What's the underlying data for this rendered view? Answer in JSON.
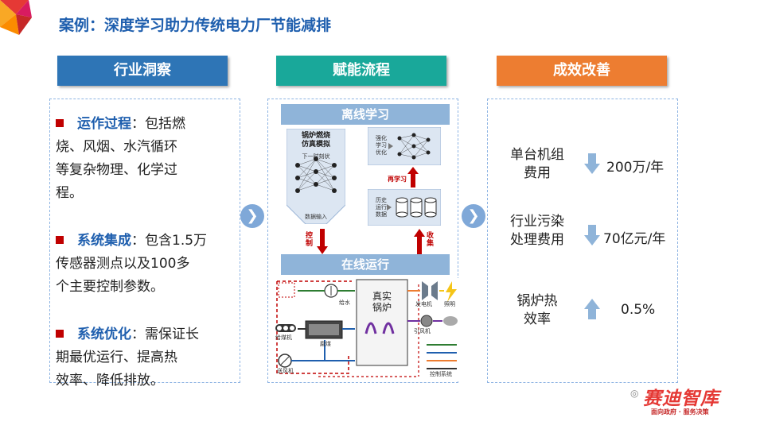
{
  "title": "案例：深度学习助力传统电力厂节能减排",
  "headers": {
    "insight": "行业洞察",
    "flow": "赋能流程",
    "result": "成效改善"
  },
  "colors": {
    "insight": "#2e75b6",
    "flow": "#19a89a",
    "result": "#ed7d31",
    "bullet": "#c00000",
    "accent": "#1f5fae"
  },
  "insight": [
    {
      "key": "运作过程",
      "sep": "：",
      "lines": [
        "包括燃",
        "烧、风烟、水汽循环",
        "等复杂物理、化学过",
        "程。"
      ]
    },
    {
      "key": "系统集成",
      "sep": "：",
      "lines": [
        "包含1.5万",
        "传感器测点以及100多",
        "个主要控制参数。"
      ]
    },
    {
      "key": "系统优化",
      "sep": "：",
      "lines": [
        "需保证长",
        "期最优运行、提高热",
        "效率、降低排放。"
      ]
    }
  ],
  "flow": {
    "offline": "离线学习",
    "online": "在线运行",
    "sim_title_1": "锅炉燃烧",
    "sim_title_2": "仿真模拟",
    "sim_sub": "下一时刻状",
    "sim_bottom": "数据输入",
    "rl_1": "强化",
    "rl_2": "学习",
    "rl_3": "优化",
    "hist_1": "历史",
    "hist_2": "运行",
    "hist_3": "数据",
    "relearn": "再学习",
    "control": "控制",
    "collect": "收集",
    "boiler_1": "真实",
    "boiler_2": "锅炉",
    "labels": {
      "blower": "送风机",
      "feeder": "给煤机",
      "mill": "磨煤",
      "water": "给水",
      "fan": "引风机",
      "gen": "发电机",
      "lighting": "照明",
      "control_sys": "控制系统"
    }
  },
  "results": [
    {
      "label_1": "单台机组",
      "label_2": "费用",
      "direction": "down",
      "value": "200万/年"
    },
    {
      "label_1": "行业污染",
      "label_2": "处理费用",
      "direction": "down",
      "value": "70亿元/年"
    },
    {
      "label_1": "锅炉热",
      "label_2": "效率",
      "direction": "up",
      "value": "0.5%"
    }
  ],
  "watermark": {
    "brand": "赛迪智库",
    "slogan": "面向政府 · 服务决策"
  }
}
